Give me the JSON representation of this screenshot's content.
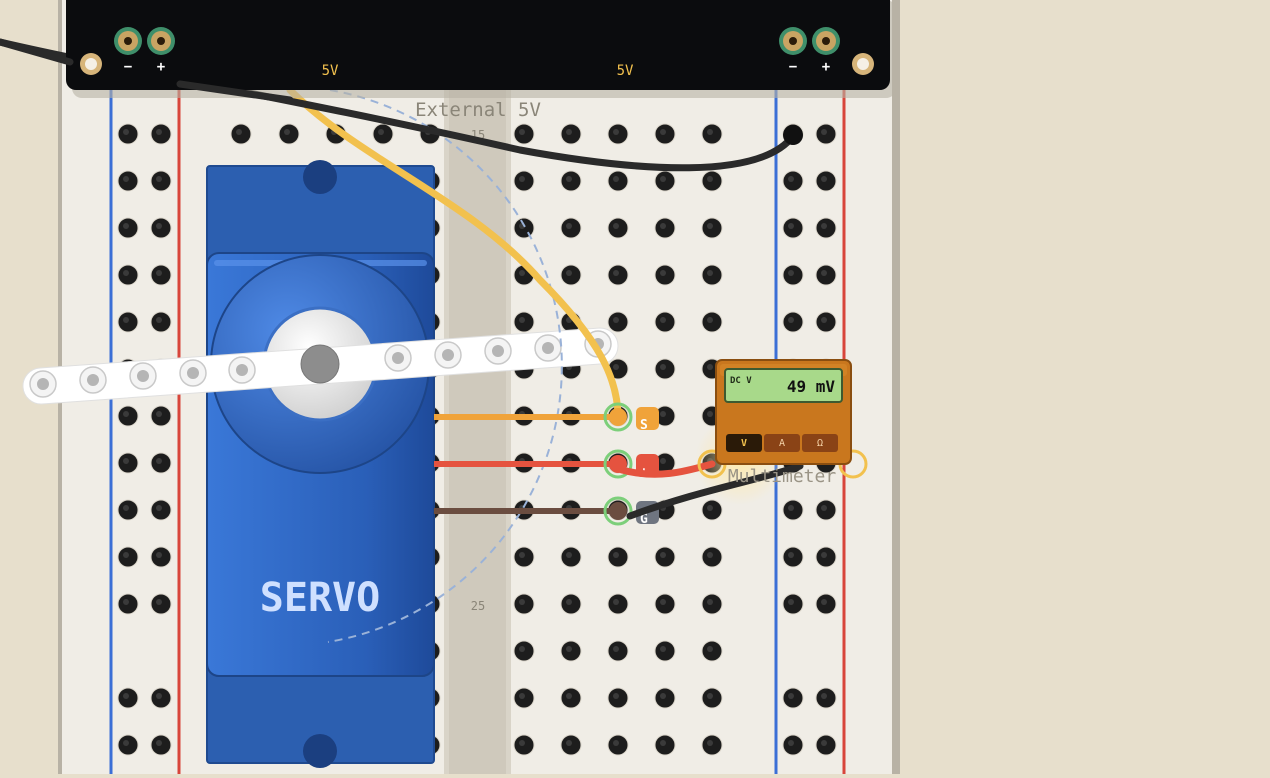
{
  "supply": {
    "left_minus": "−",
    "left_plus": "+",
    "right_minus": "−",
    "right_plus": "+",
    "label_left": "5V",
    "label_right": "5V",
    "caption": "External 5V"
  },
  "breadboard": {
    "row_label_15": "15",
    "row_label_25": "25"
  },
  "servo": {
    "label": "SERVO",
    "pin_signal": "S",
    "pin_power": "+",
    "pin_ground": "G"
  },
  "multimeter": {
    "mode": "DC V",
    "reading": "49 mV",
    "btn_volts": "V",
    "btn_amps": "A",
    "btn_ohms": "Ω",
    "caption": "Multimeter"
  },
  "colors": {
    "signal_wire": "#f0a33a",
    "power_wire": "#e5533f",
    "ground_wire": "#6b4d40",
    "supply_wire_yellow": "#f2c14e",
    "servo_blue": "#2b62b6",
    "rail_blue": "#3b6fd6",
    "rail_red": "#d8453b"
  }
}
